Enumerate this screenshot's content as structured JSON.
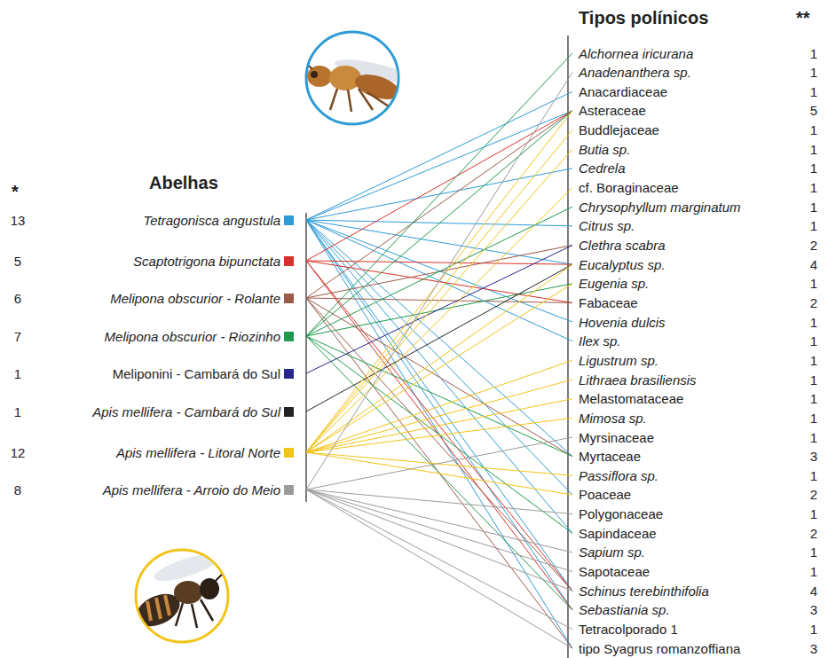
{
  "diagram": {
    "nodes": [
      {
        "text": [
          "13",
          "Tetragonisca angustula"
        ]
      },
      {
        "text": [
          "5",
          "Scaptotrigona bipunctata"
        ]
      },
      {
        "text": [
          "6",
          "Melipona obscurior - Rolante"
        ]
      },
      {
        "text": [
          "7",
          "Melipona obscurior - Riozinho"
        ]
      },
      {
        "text": [
          "1",
          "Meliponini - Cambará do Sul"
        ]
      },
      {
        "text": [
          "1",
          "Apis mellifera - Cambará do Sul"
        ]
      },
      {
        "text": [
          "12",
          "Apis mellifera - Litoral Norte"
        ]
      },
      {
        "text": [
          "8",
          "Apis mellifera - Arroio do Meio"
        ]
      },
      {
        "text": [
          "Alchornea iricurana",
          "1"
        ]
      },
      {
        "text": [
          "Anadenanthera sp.",
          "1"
        ]
      },
      {
        "text": [
          "Anacardiaceae",
          "1"
        ]
      },
      {
        "text": [
          "Asteraceae",
          "5"
        ]
      },
      {
        "text": [
          "Buddlejaceae",
          "1"
        ]
      },
      {
        "text": [
          "Butia sp.",
          "1"
        ]
      },
      {
        "text": [
          "Cedrela",
          "1"
        ]
      },
      {
        "text": [
          "cf. Boraginaceae",
          "1"
        ]
      },
      {
        "text": [
          "Chrysophyllum marginatum",
          "1"
        ]
      },
      {
        "text": [
          "Citrus sp.",
          "1"
        ]
      },
      {
        "text": [
          "Clethra scabra",
          "2"
        ]
      },
      {
        "text": [
          "Eucalyptus sp.",
          "4"
        ]
      },
      {
        "text": [
          "Eugenia sp.",
          "1"
        ]
      },
      {
        "text": [
          "Fabaceae",
          "2"
        ]
      },
      {
        "text": [
          "Hovenia dulcis",
          "1"
        ]
      },
      {
        "text": [
          "Ilex sp.",
          "1"
        ]
      },
      {
        "text": [
          "Ligustrum sp.",
          "1"
        ]
      },
      {
        "text": [
          "Lithraea brasiliensis",
          "1"
        ]
      },
      {
        "text": [
          "Melastomataceae",
          "1"
        ]
      },
      {
        "text": [
          "Mimosa sp.",
          "1"
        ]
      },
      {
        "text": [
          "Myrsinaceae",
          "1"
        ]
      },
      {
        "text": [
          "Myrtaceae",
          "3"
        ]
      },
      {
        "text": [
          "Passiflora sp.",
          "1"
        ]
      },
      {
        "text": [
          "Poaceae",
          "2"
        ]
      },
      {
        "text": [
          "Polygonaceae",
          "1"
        ]
      },
      {
        "text": [
          "Sapindaceae",
          "2"
        ]
      },
      {
        "text": [
          "Sapium sp.",
          "1"
        ]
      },
      {
        "text": [
          "Sapotaceae",
          "1"
        ]
      },
      {
        "text": [
          "Schinus terebinthifolia",
          "4"
        ]
      },
      {
        "text": [
          "Sebastiania sp.",
          "3"
        ]
      },
      {
        "text": [
          "Tetracolporado 1",
          "1"
        ]
      },
      {
        "text": [
          "tipo Syagrus romanzoffiana",
          "3"
        ]
      }
    ],
    "edges": [
      {
        "from": 0,
        "to": 10,
        "arrow": "none"
      },
      {
        "from": 0,
        "to": 11,
        "arrow": "none"
      },
      {
        "from": 0,
        "to": 14,
        "arrow": "none"
      },
      {
        "from": 0,
        "to": 17,
        "arrow": "none"
      },
      {
        "from": 0,
        "to": 19,
        "arrow": "none"
      },
      {
        "from": 0,
        "to": 22,
        "arrow": "none"
      },
      {
        "from": 0,
        "to": 23,
        "arrow": "none"
      },
      {
        "from": 0,
        "to": 29,
        "arrow": "none"
      },
      {
        "from": 0,
        "to": 31,
        "arrow": "none"
      },
      {
        "from": 0,
        "to": 33,
        "arrow": "none"
      },
      {
        "from": 0,
        "to": 36,
        "arrow": "none"
      },
      {
        "from": 0,
        "to": 37,
        "arrow": "none"
      },
      {
        "from": 0,
        "to": 39,
        "arrow": "none"
      },
      {
        "from": 1,
        "to": 11,
        "arrow": "none"
      },
      {
        "from": 1,
        "to": 19,
        "arrow": "none"
      },
      {
        "from": 1,
        "to": 21,
        "arrow": "none"
      },
      {
        "from": 1,
        "to": 36,
        "arrow": "none"
      },
      {
        "from": 1,
        "to": 37,
        "arrow": "none"
      },
      {
        "from": 2,
        "to": 11,
        "arrow": "none"
      },
      {
        "from": 2,
        "to": 18,
        "arrow": "none"
      },
      {
        "from": 2,
        "to": 21,
        "arrow": "none"
      },
      {
        "from": 2,
        "to": 29,
        "arrow": "none"
      },
      {
        "from": 2,
        "to": 36,
        "arrow": "none"
      },
      {
        "from": 2,
        "to": 39,
        "arrow": "none"
      },
      {
        "from": 3,
        "to": 8,
        "arrow": "none"
      },
      {
        "from": 3,
        "to": 11,
        "arrow": "none"
      },
      {
        "from": 3,
        "to": 16,
        "arrow": "none"
      },
      {
        "from": 3,
        "to": 20,
        "arrow": "none"
      },
      {
        "from": 3,
        "to": 29,
        "arrow": "none"
      },
      {
        "from": 3,
        "to": 33,
        "arrow": "none"
      },
      {
        "from": 3,
        "to": 37,
        "arrow": "none"
      },
      {
        "from": 4,
        "to": 18,
        "arrow": "none"
      },
      {
        "from": 5,
        "to": 19,
        "arrow": "none"
      },
      {
        "from": 6,
        "to": 11,
        "arrow": "none"
      },
      {
        "from": 6,
        "to": 12,
        "arrow": "none"
      },
      {
        "from": 6,
        "to": 13,
        "arrow": "none"
      },
      {
        "from": 6,
        "to": 15,
        "arrow": "none"
      },
      {
        "from": 6,
        "to": 19,
        "arrow": "none"
      },
      {
        "from": 6,
        "to": 20,
        "arrow": "none"
      },
      {
        "from": 6,
        "to": 24,
        "arrow": "none"
      },
      {
        "from": 6,
        "to": 25,
        "arrow": "none"
      },
      {
        "from": 6,
        "to": 26,
        "arrow": "none"
      },
      {
        "from": 6,
        "to": 27,
        "arrow": "none"
      },
      {
        "from": 6,
        "to": 30,
        "arrow": "none"
      },
      {
        "from": 6,
        "to": 31,
        "arrow": "none"
      },
      {
        "from": 7,
        "to": 9,
        "arrow": "none"
      },
      {
        "from": 7,
        "to": 28,
        "arrow": "none"
      },
      {
        "from": 7,
        "to": 32,
        "arrow": "none"
      },
      {
        "from": 7,
        "to": 34,
        "arrow": "none"
      },
      {
        "from": 7,
        "to": 35,
        "arrow": "none"
      },
      {
        "from": 7,
        "to": 36,
        "arrow": "none"
      },
      {
        "from": 7,
        "to": 38,
        "arrow": "none"
      },
      {
        "from": 7,
        "to": 39,
        "arrow": "none"
      }
    ],
    "labels": [
      "Tipos polínicos",
      "**",
      "*",
      "Abelhas"
    ]
  }
}
